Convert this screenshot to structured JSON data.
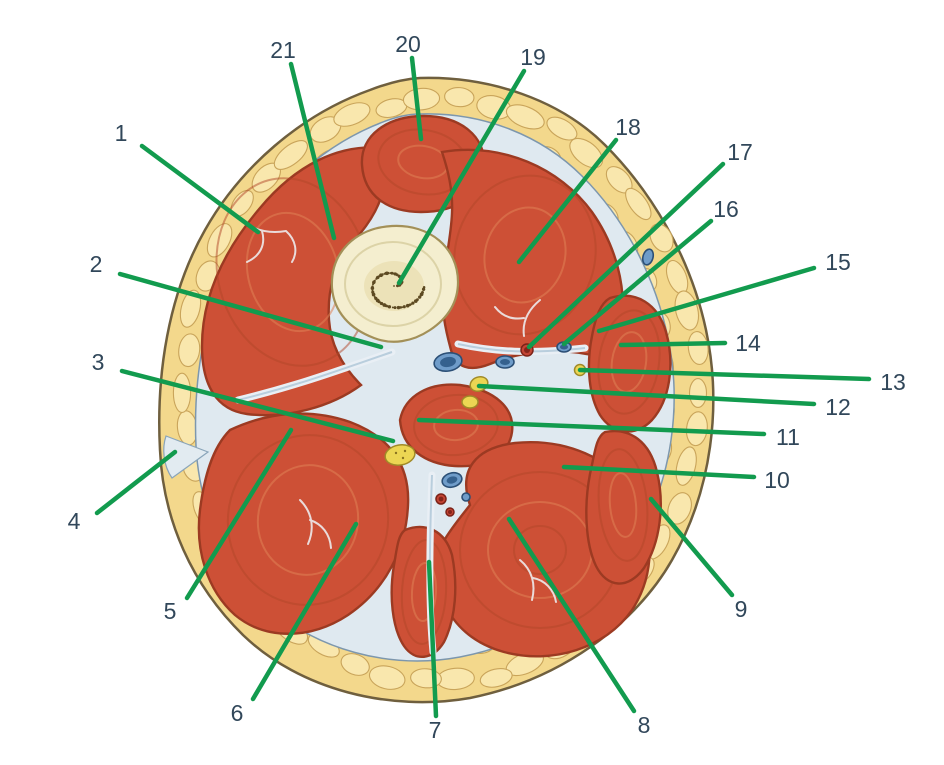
{
  "labels": [
    "1",
    "2",
    "3",
    "4",
    "5",
    "6",
    "7",
    "8",
    "9",
    "10",
    "11",
    "12",
    "13",
    "14",
    "15",
    "16",
    "17",
    "18",
    "19",
    "20",
    "21"
  ],
  "colors": {
    "background": "#ffffff",
    "leader_green": "#129b4e",
    "label_text": "#31475a",
    "muscle_red": "#cd5036",
    "fat_yellow": "#f3d88c",
    "fascia_pale": "#dfe9f0",
    "bone_cream": "#f4eecf",
    "vein_blue": "#6f9cc9",
    "artery_red": "#c34434",
    "nerve_yellow": "#ecd653"
  }
}
